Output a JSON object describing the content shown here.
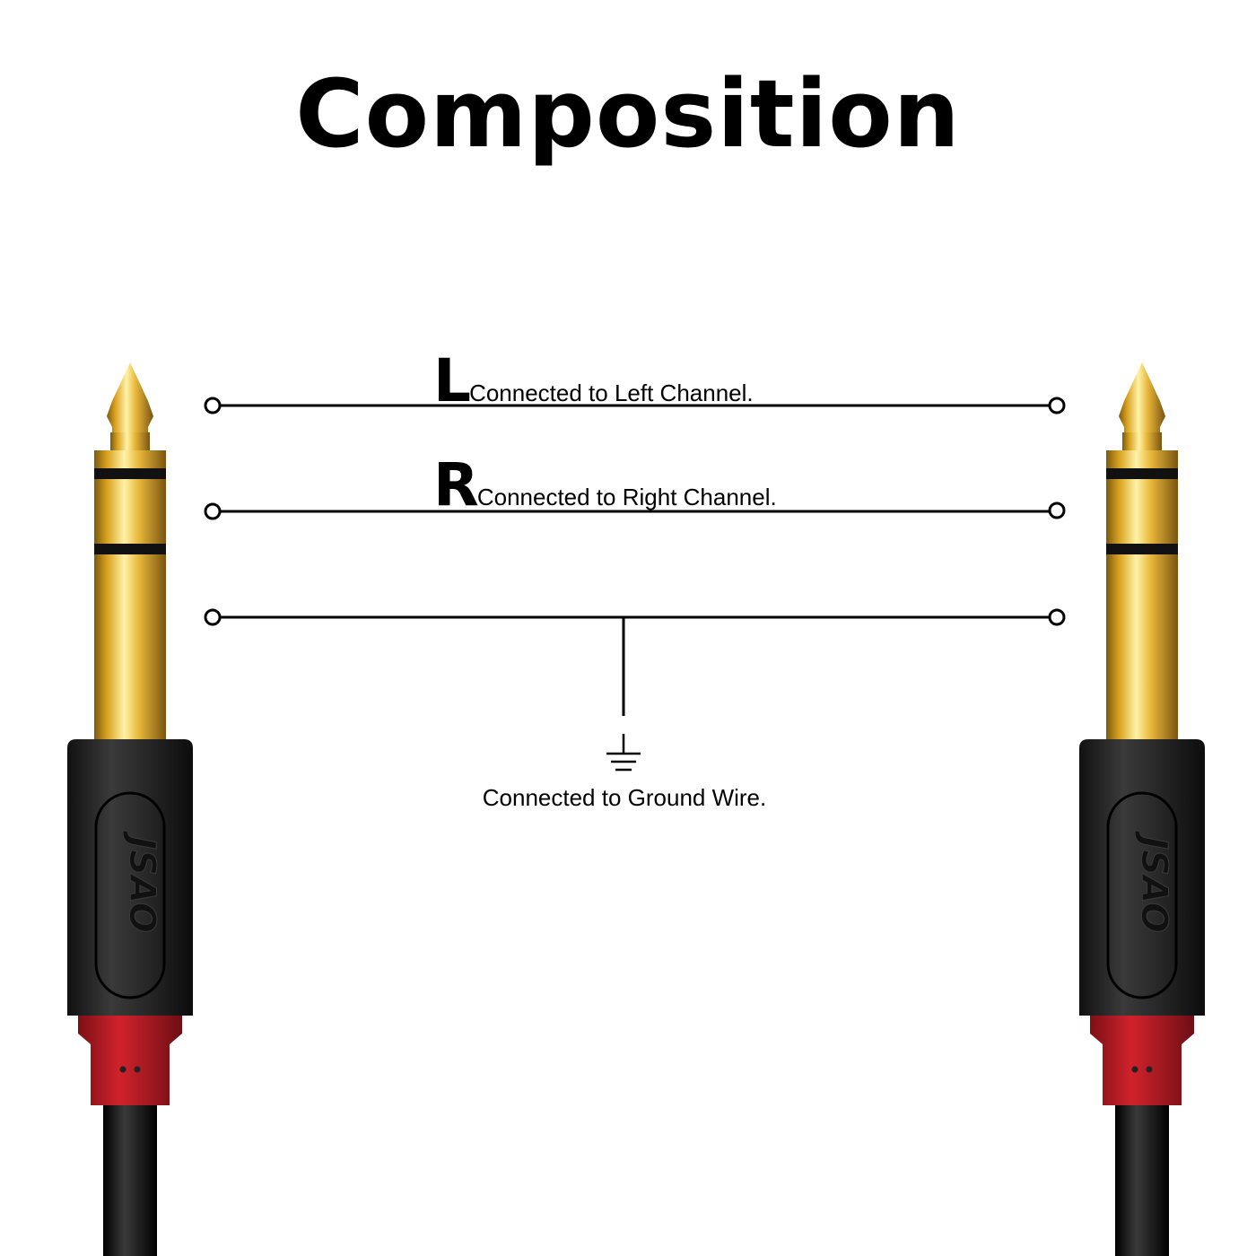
{
  "title": "Composition",
  "connections": {
    "left": {
      "letter": "L",
      "text": "Connected to Left Channel."
    },
    "right": {
      "letter": "R",
      "text": "Connected to Right Channel."
    },
    "ground": {
      "text": "Connected to Ground Wire.",
      "symbol": "ground-icon"
    }
  },
  "plugs": {
    "brand_logo": "JSAO",
    "colors": {
      "gold": "#d9a21f",
      "body": "#2a2a2a",
      "collar": "#c0202a",
      "cable": "#111111"
    }
  }
}
